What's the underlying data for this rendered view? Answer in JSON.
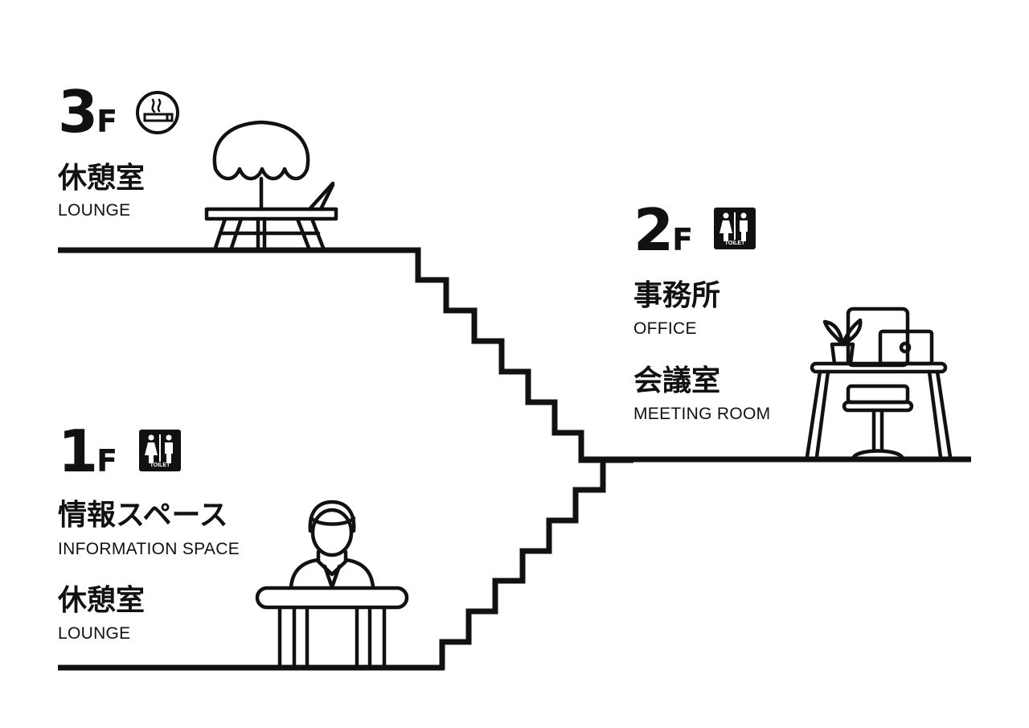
{
  "floors": [
    {
      "floor": "3",
      "suffix": "F",
      "badge": "smoking-icon",
      "rooms": [
        {
          "ja": "休憩室",
          "en": "LOUNGE"
        }
      ],
      "illustration": "picnic-table-umbrella-icon"
    },
    {
      "floor": "2",
      "suffix": "F",
      "badge": "toilet-icon",
      "badge_caption": "TOILET",
      "rooms": [
        {
          "ja": "事務所",
          "en": "OFFICE"
        },
        {
          "ja": "会議室",
          "en": "MEETING ROOM"
        }
      ],
      "illustration": "desk-chair-laptop-icon"
    },
    {
      "floor": "1",
      "suffix": "F",
      "badge": "toilet-icon",
      "badge_caption": "TOILET",
      "rooms": [
        {
          "ja": "情報スペース",
          "en": "INFORMATION SPACE"
        },
        {
          "ja": "休憩室",
          "en": "LOUNGE"
        }
      ],
      "illustration": "reception-person-icon"
    }
  ],
  "colors": {
    "ink": "#111111",
    "background": "#ffffff"
  }
}
